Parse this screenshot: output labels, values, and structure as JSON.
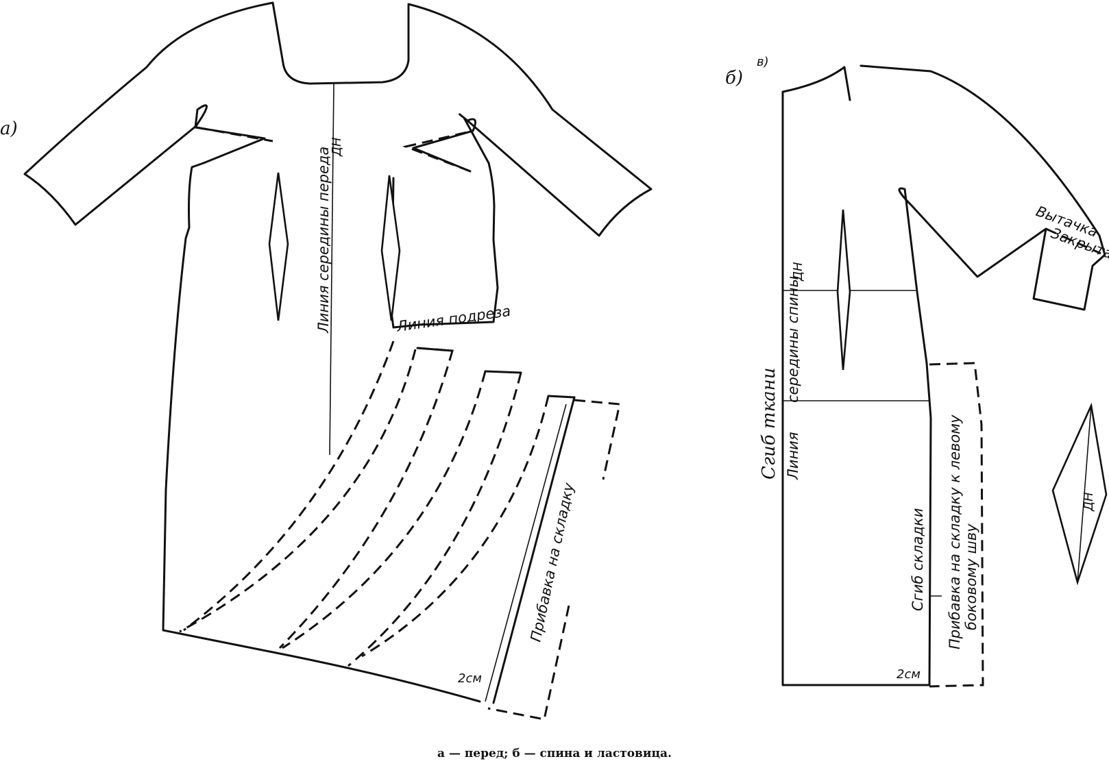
{
  "panels": {
    "front": {
      "marker": "а)",
      "labels": {
        "centre_line": "Линия середины переда",
        "grain": "ДН",
        "cut_line": "Линия подреза",
        "pleat_allowance": "Прибавка на складку",
        "two_cm": "2см"
      }
    },
    "back": {
      "marker": "б)",
      "marker_top": "в)",
      "labels": {
        "grain": "ДН",
        "back_centre_line_a": "Линия",
        "back_centre_line_b": "середины спины",
        "fabric_fold": "Сгиб ткани",
        "dart_a": "Вытачка",
        "dart_b": "Закрыта",
        "pleat_fold": "Сгиб складки",
        "side_pleat_a": "Прибавка на складку к левому",
        "side_pleat_b": "боковому шву",
        "two_cm": "2см"
      }
    },
    "gusset": {
      "grain": "ДН"
    }
  },
  "caption": "а — перед; б — спина и ластовица."
}
